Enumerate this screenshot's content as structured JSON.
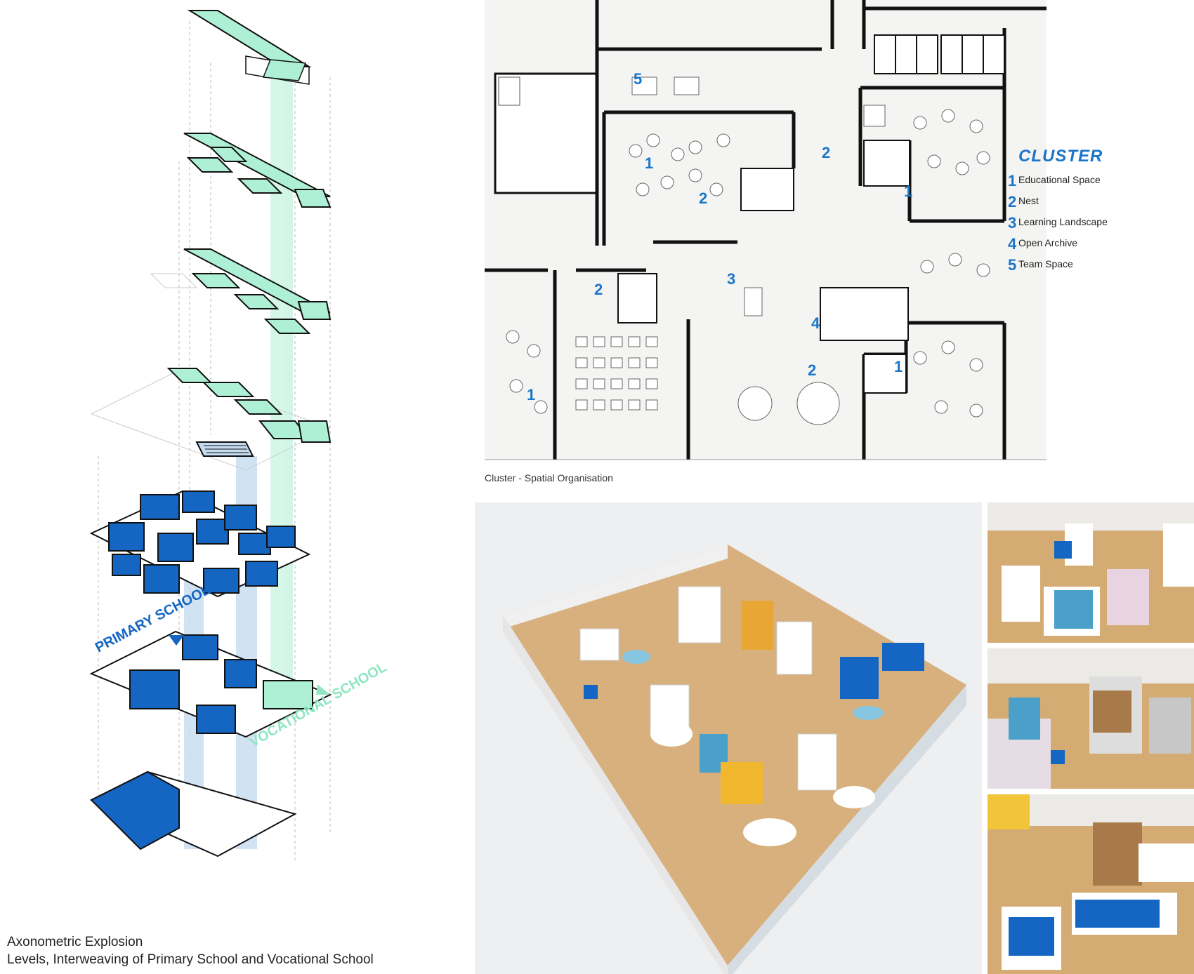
{
  "axonometric": {
    "caption_line1": "Axonometric Explosion",
    "caption_line2": "Levels, Interweaving of Primary School and Vocational School",
    "label_primary": "PRIMARY SCHOOL",
    "label_vocational": "VOCATIONAL SCHOOL",
    "colors": {
      "primary": "#1466c2",
      "vocational": "#aef0d6"
    }
  },
  "plan": {
    "caption": "Cluster - Spatial Organisation",
    "legend": {
      "title": "CLUSTER",
      "items": [
        {
          "num": "1",
          "label": "Educational Space"
        },
        {
          "num": "2",
          "label": "Nest"
        },
        {
          "num": "3",
          "label": "Learning Landscape"
        },
        {
          "num": "4",
          "label": "Open Archive"
        },
        {
          "num": "5",
          "label": "Team Space"
        }
      ]
    },
    "room_labels": [
      "1",
      "1",
      "1",
      "1",
      "2",
      "2",
      "2",
      "2",
      "3",
      "4",
      "5"
    ],
    "accent": "#1b76c9"
  },
  "photos": {
    "main_alt": "Physical model",
    "thumb_count": 3
  }
}
